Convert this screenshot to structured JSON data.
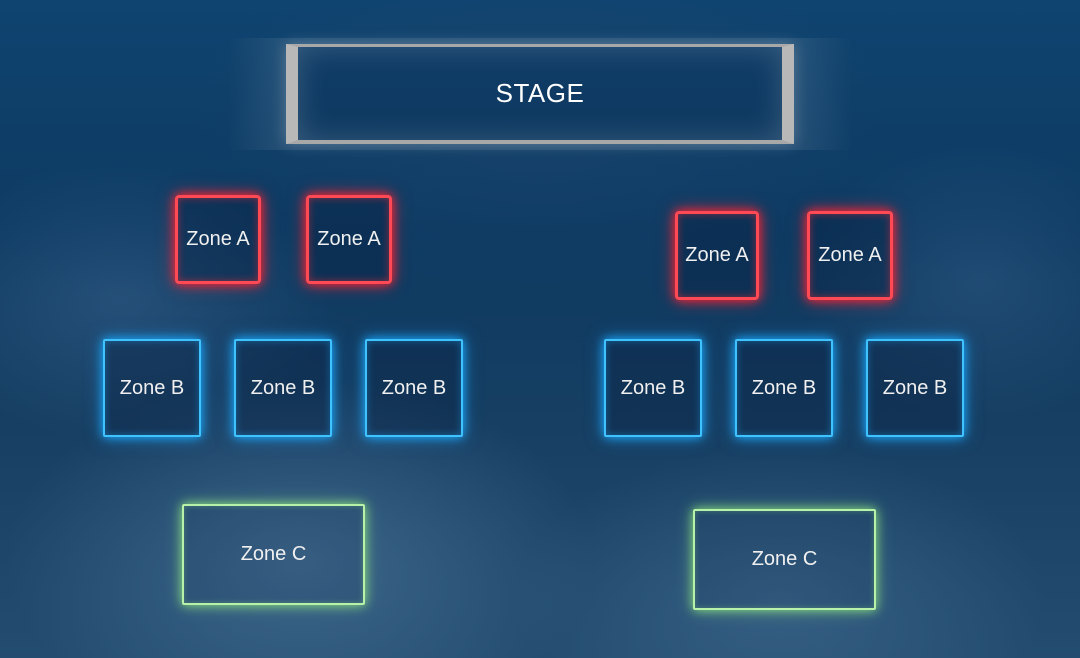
{
  "stage": {
    "label": "STAGE"
  },
  "zones": {
    "a1": "Zone A",
    "a2": "Zone A",
    "a3": "Zone A",
    "a4": "Zone A",
    "b1": "Zone B",
    "b2": "Zone B",
    "b3": "Zone B",
    "b4": "Zone B",
    "b5": "Zone B",
    "b6": "Zone B",
    "c1": "Zone C",
    "c2": "Zone C"
  },
  "colors": {
    "zone_a": "#ff4a55",
    "zone_b": "#3ec3ff",
    "zone_c": "#b8f2a8",
    "background": "#0e2f52"
  }
}
